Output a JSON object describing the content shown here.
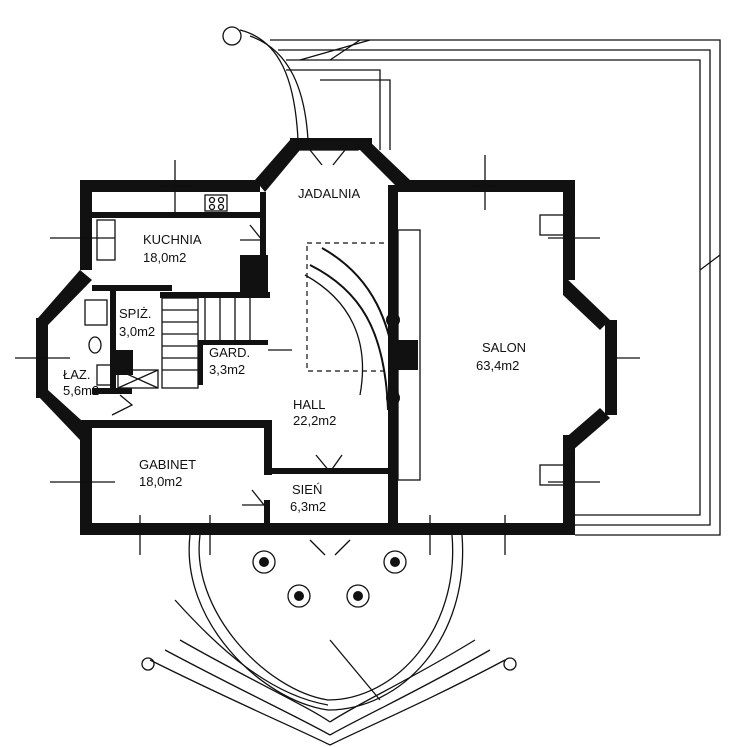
{
  "rooms": [
    {
      "id": "jadalnia",
      "name": "JADALNIA",
      "area": ""
    },
    {
      "id": "kuchnia",
      "name": "KUCHNIA",
      "area": "18,0m2"
    },
    {
      "id": "spiz",
      "name": "SPIŻ.",
      "area": "3,0m2"
    },
    {
      "id": "gard",
      "name": "GARD.",
      "area": "3,3m2"
    },
    {
      "id": "laz",
      "name": "ŁAZ.",
      "area": "5,6m2"
    },
    {
      "id": "hall",
      "name": "HALL",
      "area": "22,2m2"
    },
    {
      "id": "salon",
      "name": "SALON",
      "area": "63,4m2"
    },
    {
      "id": "gabinet",
      "name": "GABINET",
      "area": "18,0m2"
    },
    {
      "id": "sien",
      "name": "SIEŃ",
      "area": "6,3m2"
    }
  ],
  "colors": {
    "ink": "#111111",
    "paper": "#ffffff"
  }
}
